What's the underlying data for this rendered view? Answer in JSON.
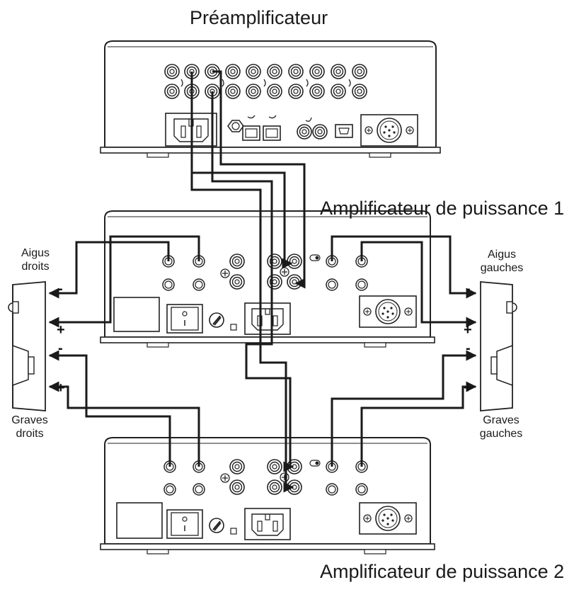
{
  "titles": {
    "preamp": "Préamplificateur",
    "amp1": "Amplificateur de puissance 1",
    "amp2": "Amplificateur de puissance 2"
  },
  "speakers": {
    "right_tweeter": [
      "Aigus",
      "droits"
    ],
    "left_tweeter": [
      "Aigus",
      "gauches"
    ],
    "right_woofer": [
      "Graves",
      "droits"
    ],
    "left_woofer": [
      "Graves",
      "gauches"
    ]
  },
  "polarity": {
    "minus": "-",
    "plus": "+"
  },
  "colors": {
    "line": "#1a1a1a",
    "panel": "#ffffff",
    "stroke": "#2a2a2a"
  }
}
